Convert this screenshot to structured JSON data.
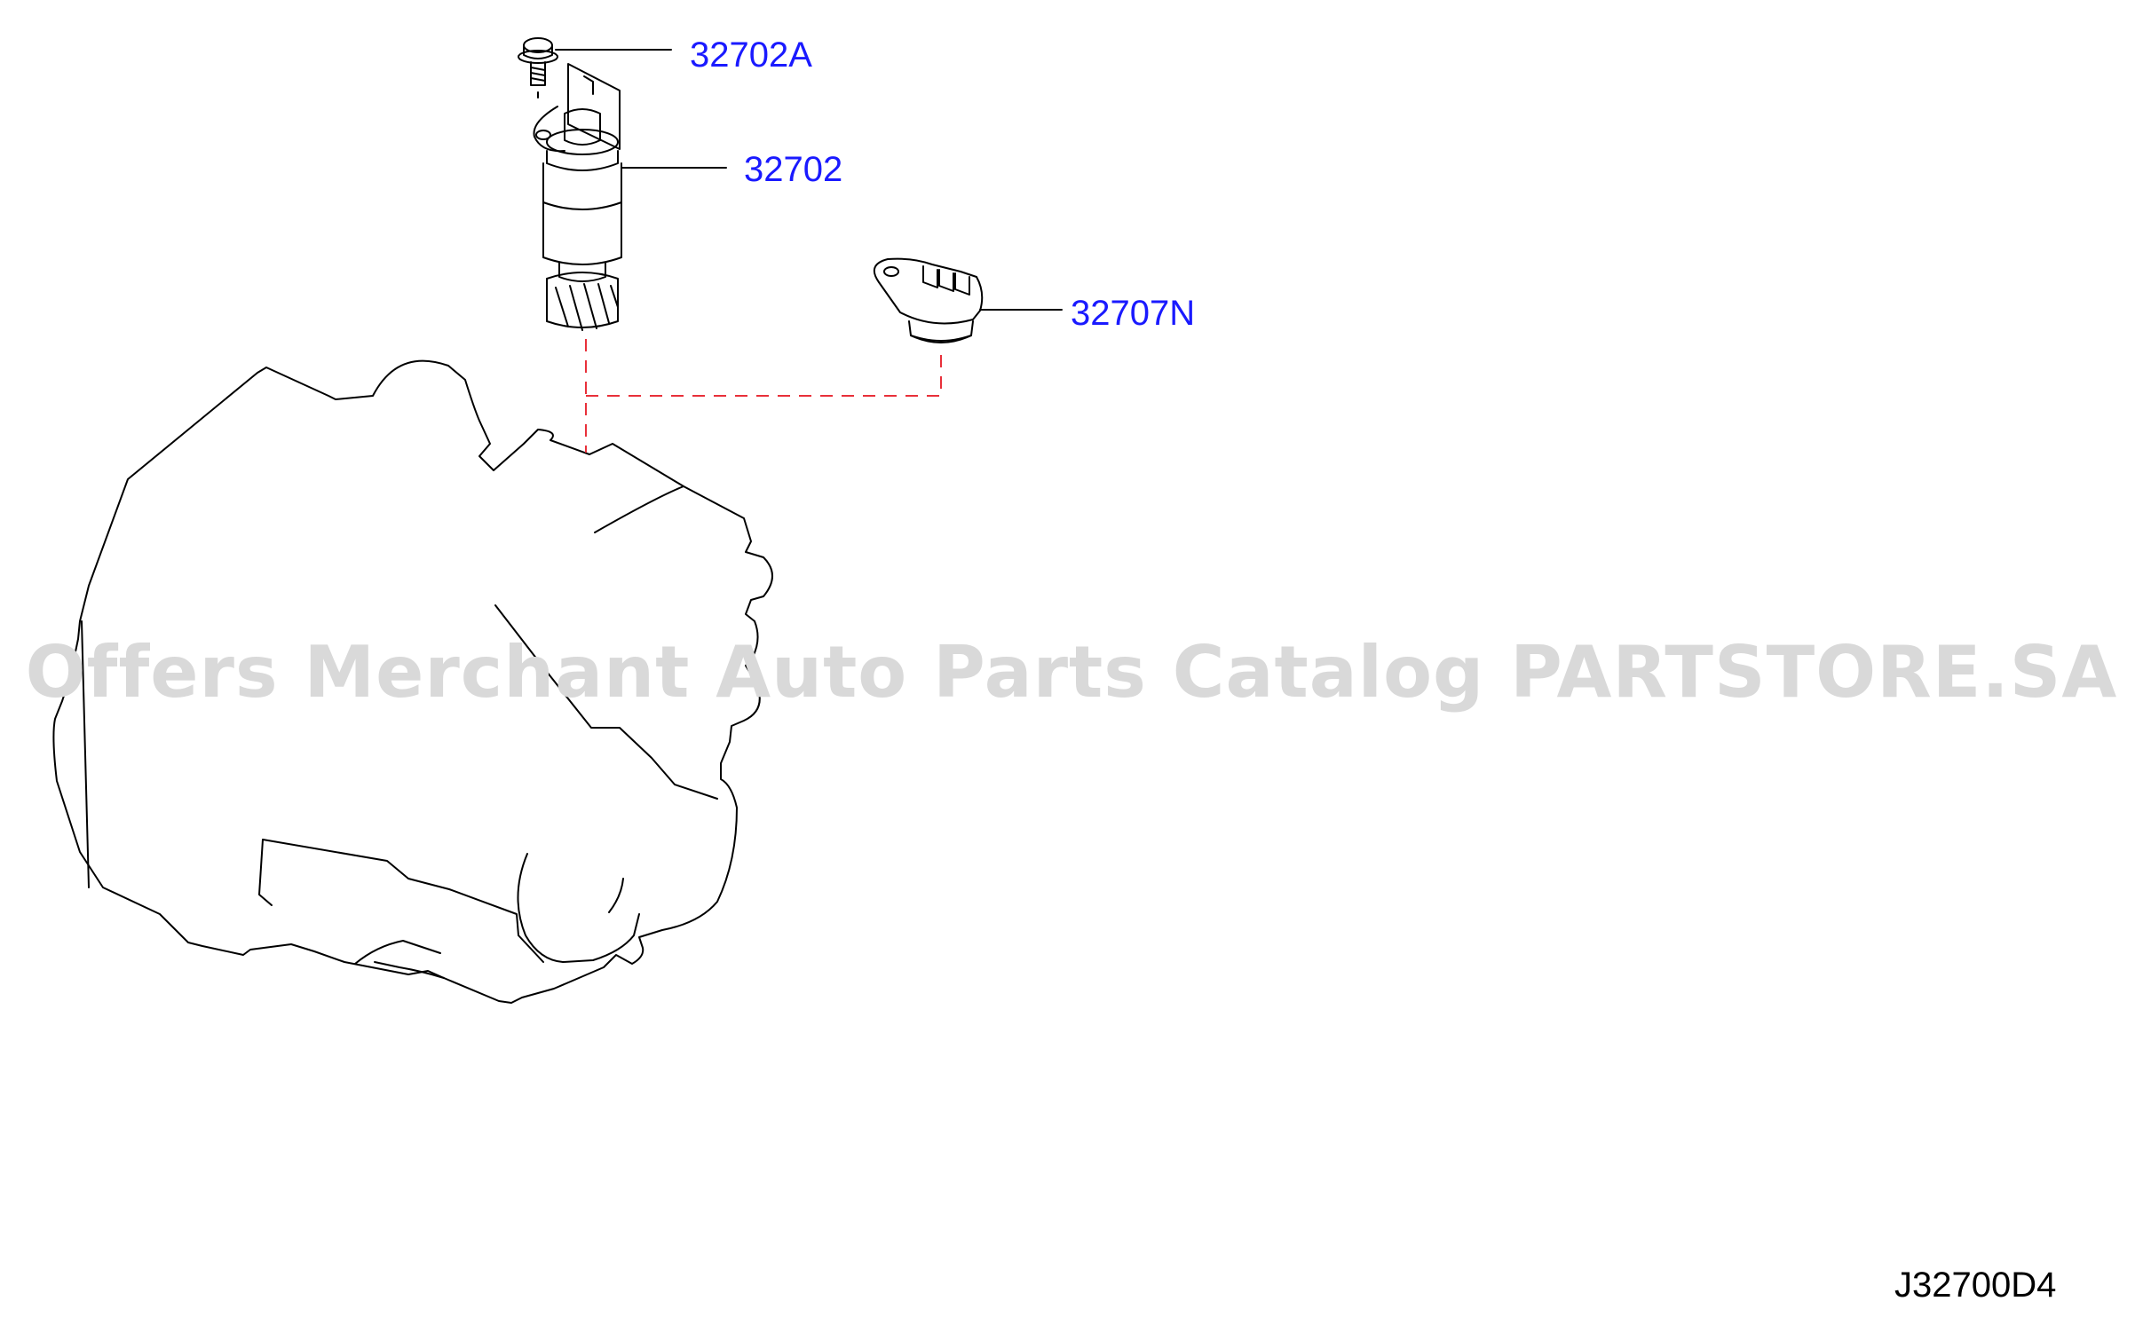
{
  "callouts": {
    "part_32702A": "32702A",
    "part_32702": "32702",
    "part_32707N": "32707N"
  },
  "watermark": "Offers Merchant Auto Parts Catalog PARTSTORE.SA",
  "diagram_code": "J32700D4",
  "colors": {
    "callout_text": "#1a1aff",
    "line_art": "#000000",
    "guide_dash": "#e8303a",
    "watermark": "#d9d9d9"
  }
}
